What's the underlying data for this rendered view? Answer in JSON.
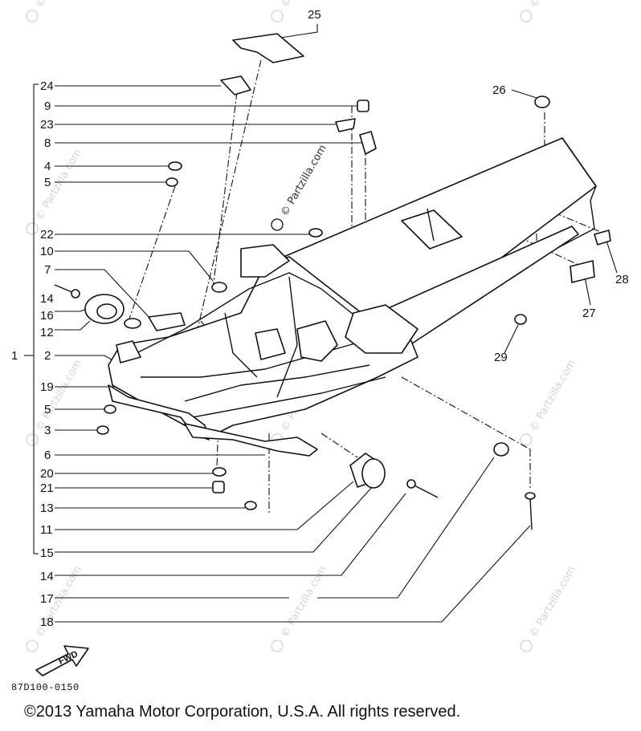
{
  "diagram": {
    "callouts_left": [
      {
        "number": "24"
      },
      {
        "number": "9"
      },
      {
        "number": "23"
      },
      {
        "number": "8"
      },
      {
        "number": "4"
      },
      {
        "number": "5"
      },
      {
        "number": "22"
      },
      {
        "number": "10"
      },
      {
        "number": "7"
      },
      {
        "number": "14"
      },
      {
        "number": "16"
      },
      {
        "number": "12"
      },
      {
        "number": "2"
      },
      {
        "number": "19"
      },
      {
        "number": "5"
      },
      {
        "number": "3"
      },
      {
        "number": "6"
      },
      {
        "number": "20"
      },
      {
        "number": "21"
      },
      {
        "number": "13"
      },
      {
        "number": "11"
      },
      {
        "number": "15"
      },
      {
        "number": "14"
      },
      {
        "number": "17"
      },
      {
        "number": "18"
      }
    ],
    "callout_group": "1",
    "callouts_right": [
      {
        "number": "25"
      },
      {
        "number": "26"
      },
      {
        "number": "28"
      },
      {
        "number": "27"
      },
      {
        "number": "29"
      }
    ],
    "watermark": "© Partzilla.com",
    "fwd_label": "FWD",
    "diagram_code": "87D100-0150"
  },
  "footer": {
    "copyright": "©2013  Yamaha Motor Corporation, U.S.A. All rights reserved."
  }
}
